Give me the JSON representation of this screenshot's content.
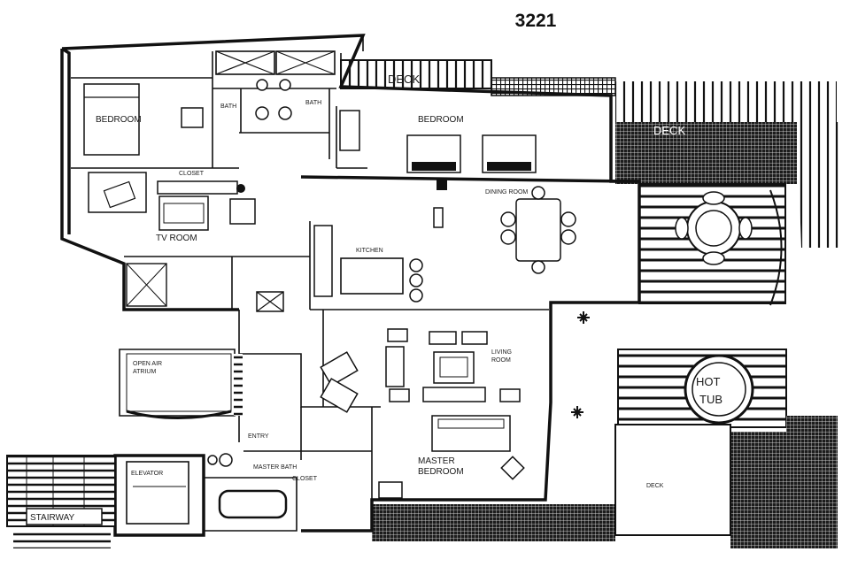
{
  "plan": {
    "unit_number": "3221",
    "rooms": {
      "bedroom_left": "BEDROOM",
      "bath_1": "BATH",
      "bath_2": "BATH",
      "deck_top": "DECK",
      "bedroom_center": "BEDROOM",
      "deck_right": "DECK",
      "closet": "CLOSET",
      "dining_room": "DINING ROOM",
      "tv_room": "TV ROOM",
      "kitchen": "KITCHEN",
      "living_room_line1": "LIVING",
      "living_room_line2": "ROOM",
      "open_air_line1": "OPEN AIR",
      "open_air_line2": "ATRIUM",
      "hot_tub_line1": "HOT",
      "hot_tub_line2": "TUB",
      "entry": "ENTRY",
      "master_bath": "MASTER BATH",
      "closet_master": "CLOSET",
      "master_bedroom_line1": "MASTER",
      "master_bedroom_line2": "BEDROOM",
      "elevator": "ELEVATOR",
      "deck_bottom": "DECK",
      "stairway": "STAIRWAY"
    }
  }
}
